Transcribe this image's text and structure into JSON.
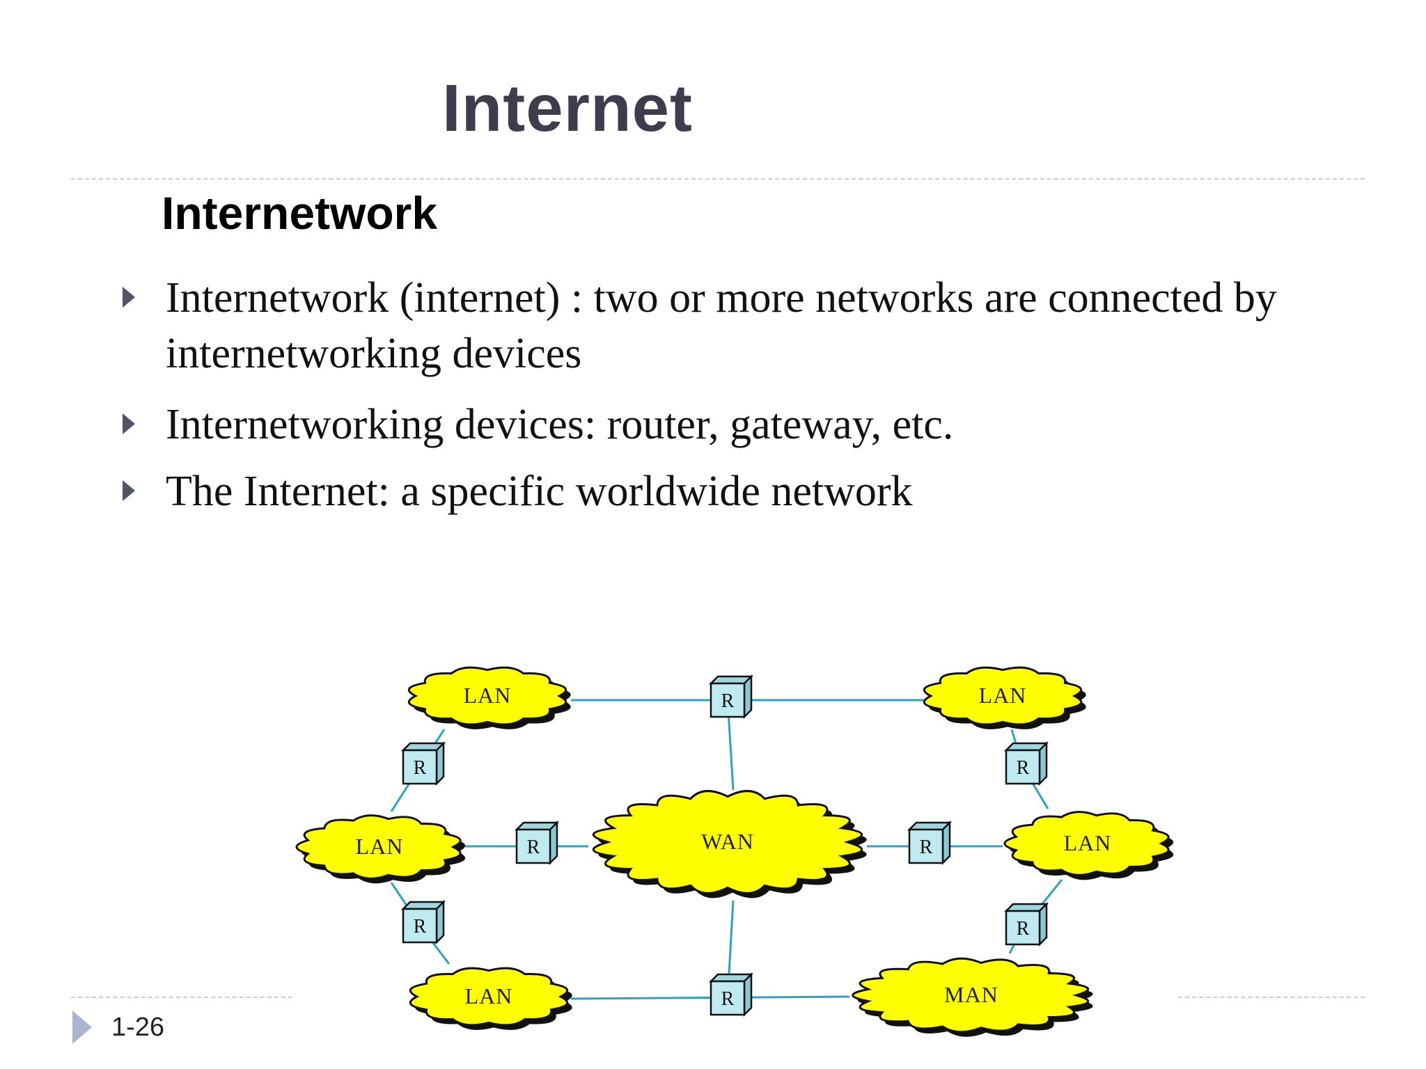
{
  "slide": {
    "title": "Internet",
    "subtitle": "Internetwork",
    "bullets": [
      "Internetwork (internet) : two or more networks are connected by internetworking devices",
      "Internetworking devices: router, gateway, etc.",
      "The Internet: a specific worldwide network"
    ],
    "page_number": "1-26"
  },
  "diagram": {
    "colors": {
      "cloud_fill": "#ffff00",
      "link": "#2aa3c3",
      "router_fill": "#bfeaf0"
    },
    "networks": [
      {
        "id": "lan_top_left",
        "label": "LAN"
      },
      {
        "id": "lan_top_right",
        "label": "LAN"
      },
      {
        "id": "lan_mid_left",
        "label": "LAN"
      },
      {
        "id": "wan_center",
        "label": "WAN"
      },
      {
        "id": "lan_mid_right",
        "label": "LAN"
      },
      {
        "id": "lan_bottom_left",
        "label": "LAN"
      },
      {
        "id": "man_bottom_right",
        "label": "MAN"
      }
    ],
    "routers": [
      {
        "id": "r_top",
        "label": "R",
        "connects": [
          "lan_top_left",
          "lan_top_right",
          "wan_center"
        ]
      },
      {
        "id": "r_left_upper",
        "label": "R",
        "connects": [
          "lan_top_left",
          "lan_mid_left"
        ]
      },
      {
        "id": "r_right_upper",
        "label": "R",
        "connects": [
          "lan_top_right",
          "lan_mid_right"
        ]
      },
      {
        "id": "r_mid_left",
        "label": "R",
        "connects": [
          "lan_mid_left",
          "wan_center"
        ]
      },
      {
        "id": "r_mid_right",
        "label": "R",
        "connects": [
          "wan_center",
          "lan_mid_right"
        ]
      },
      {
        "id": "r_left_lower",
        "label": "R",
        "connects": [
          "lan_mid_left",
          "lan_bottom_left"
        ]
      },
      {
        "id": "r_right_lower",
        "label": "R",
        "connects": [
          "lan_mid_right",
          "man_bottom_right"
        ]
      },
      {
        "id": "r_bottom",
        "label": "R",
        "connects": [
          "lan_bottom_left",
          "man_bottom_right",
          "wan_center"
        ]
      }
    ]
  }
}
